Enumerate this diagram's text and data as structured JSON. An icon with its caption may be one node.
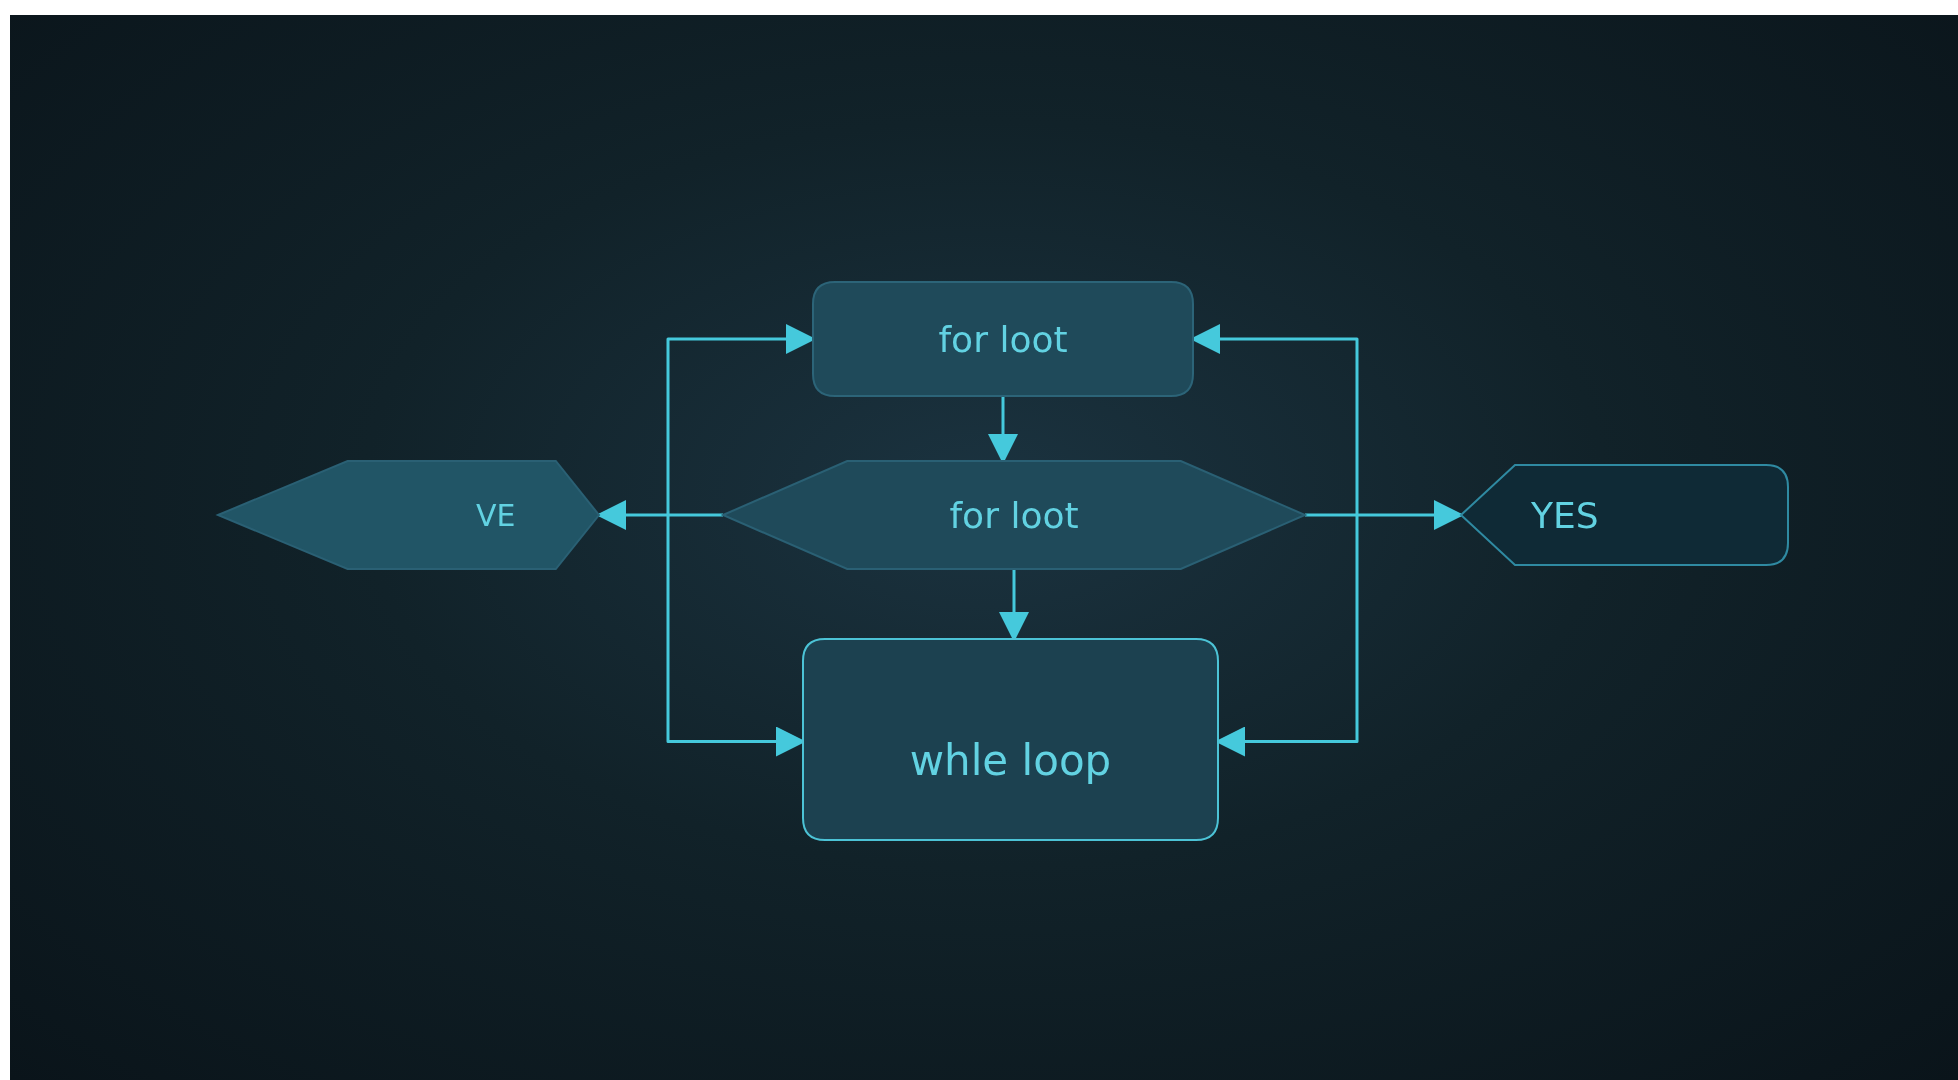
{
  "diagram": {
    "nodes": [
      {
        "text": [
          "for loot"
        ]
      },
      {
        "text": [
          "for loot"
        ]
      },
      {
        "text": [
          "whle loop"
        ]
      },
      {
        "text": [
          "VE"
        ]
      },
      {
        "text": [
          "YES"
        ]
      }
    ],
    "edges": [
      {
        "from": 0,
        "to": 1,
        "arrow": "to"
      },
      {
        "from": 1,
        "to": 2,
        "arrow": "to"
      },
      {
        "from": 1,
        "to": 3,
        "arrow": "to"
      },
      {
        "from": 1,
        "to": 4,
        "arrow": "to"
      },
      {
        "from": 0,
        "to": 2,
        "arrow": "both"
      },
      {
        "from": 0,
        "to": 2,
        "arrow": "both"
      }
    ]
  }
}
